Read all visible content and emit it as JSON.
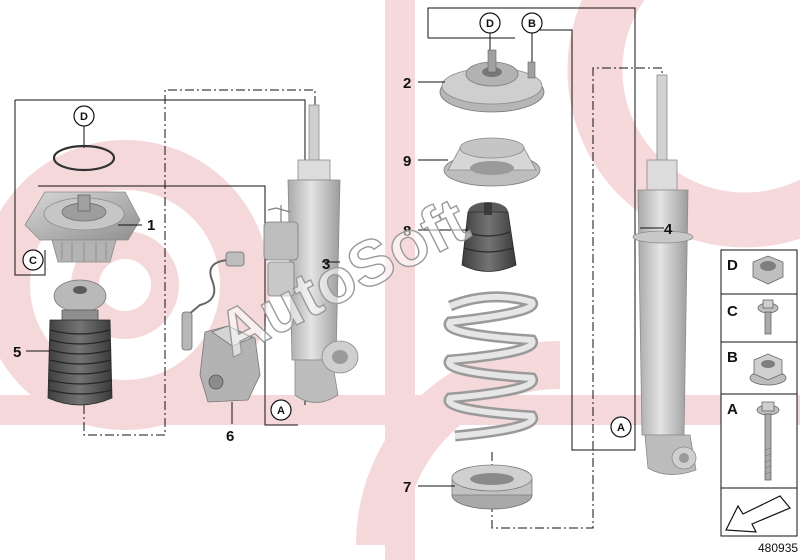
{
  "diagram": {
    "document_number": "480935",
    "watermark": "AutoSoft",
    "callouts": [
      {
        "id": "c1",
        "label": "1"
      },
      {
        "id": "c2",
        "label": "2"
      },
      {
        "id": "c3",
        "label": "3"
      },
      {
        "id": "c4",
        "label": "4"
      },
      {
        "id": "c5",
        "label": "5"
      },
      {
        "id": "c6",
        "label": "6"
      },
      {
        "id": "c7",
        "label": "7"
      },
      {
        "id": "c8",
        "label": "8"
      },
      {
        "id": "c9",
        "label": "9"
      }
    ],
    "badges": {
      "d_left": "D",
      "c_left": "C",
      "a_left": "A",
      "d_right": "D",
      "b_right": "B",
      "a_right": "A"
    },
    "legend": [
      {
        "letter": "D",
        "icon": "nut-icon"
      },
      {
        "letter": "C",
        "icon": "flange-bolt-icon"
      },
      {
        "letter": "B",
        "icon": "flange-nut-icon"
      },
      {
        "letter": "A",
        "icon": "long-bolt-icon"
      }
    ],
    "colors": {
      "watermark_red": "#c9252c",
      "part_grey": "#bdbdbd",
      "line_black": "#111111"
    }
  }
}
